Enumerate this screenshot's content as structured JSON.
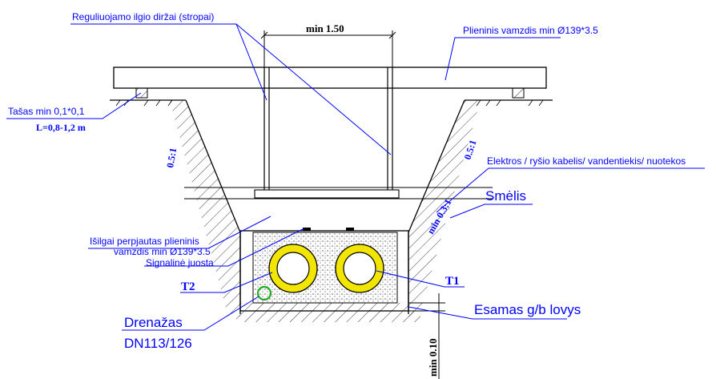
{
  "labels": {
    "adjustable_struts": "Reguliuojamo ilgio diržai (stropai)",
    "steel_pipe": "Plieninis vamzdis min Ø139*3.5",
    "timber": "Tašas min 0,1*0,1",
    "timber_length": "L=0,8-1,2 m",
    "slope_left": "0.5:1",
    "slope_right": "0.5:1",
    "cables": "Elektros / ryšio kabelis/ vandentiekis/ nuotekos",
    "sand": "Smėlis",
    "cut_pipe_1": "Išilgai perpjautas plieninis",
    "cut_pipe_2": "vamzdis min Ø139*3.5",
    "signal_tape": "Signalinė juosta",
    "slope_inner": "min 0.3:1",
    "t2": "T2",
    "t1": "T1",
    "existing_channel": "Esamas g/b lovys",
    "drainage": "Drenažas",
    "drainage_size": "DN113/126",
    "dim_top": "min 1.50",
    "dim_bottom": "min 0.10"
  },
  "colors": {
    "line": "#000000",
    "annotation": "#0000ff",
    "pipe_fill": "#f2e600",
    "drain": "#22aa22",
    "hatch": "#000000"
  }
}
